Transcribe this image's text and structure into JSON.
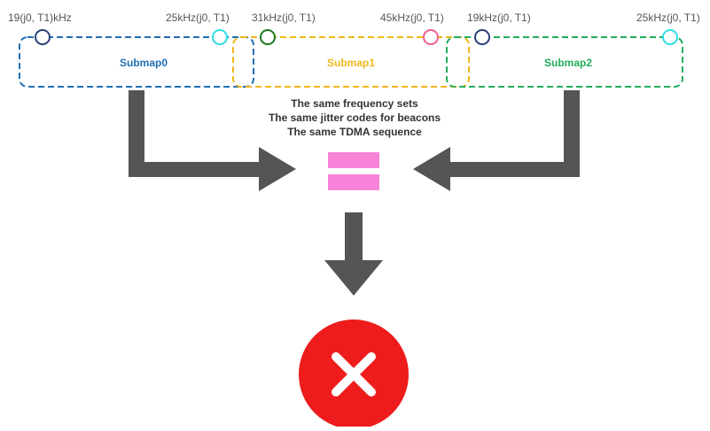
{
  "freq_labels": {
    "submap0_left": "19(j0, T1)kHz",
    "submap0_right": "25kHz(j0, T1)",
    "submap1_left": "31kHz(j0, T1)",
    "submap1_right": "45kHz(j0, T1)",
    "submap2_left": "19kHz(j0, T1)",
    "submap2_right": "25kHz(j0, T1)"
  },
  "submaps": {
    "submap0": "Submap0",
    "submap1": "Submap1",
    "submap2": "Submap2"
  },
  "caption": {
    "line1": "The same frequency sets",
    "line2": "The same jitter codes for beacons",
    "line3": "The same TDMA sequence"
  },
  "colors": {
    "submap0": "#1f6fb4",
    "submap1": "#f2b61c",
    "submap2": "#22ad5c",
    "arrow": "#555555",
    "equals": "#f783d8",
    "error": "#ee1c1c"
  },
  "icons": {
    "error": "close-x-icon"
  }
}
